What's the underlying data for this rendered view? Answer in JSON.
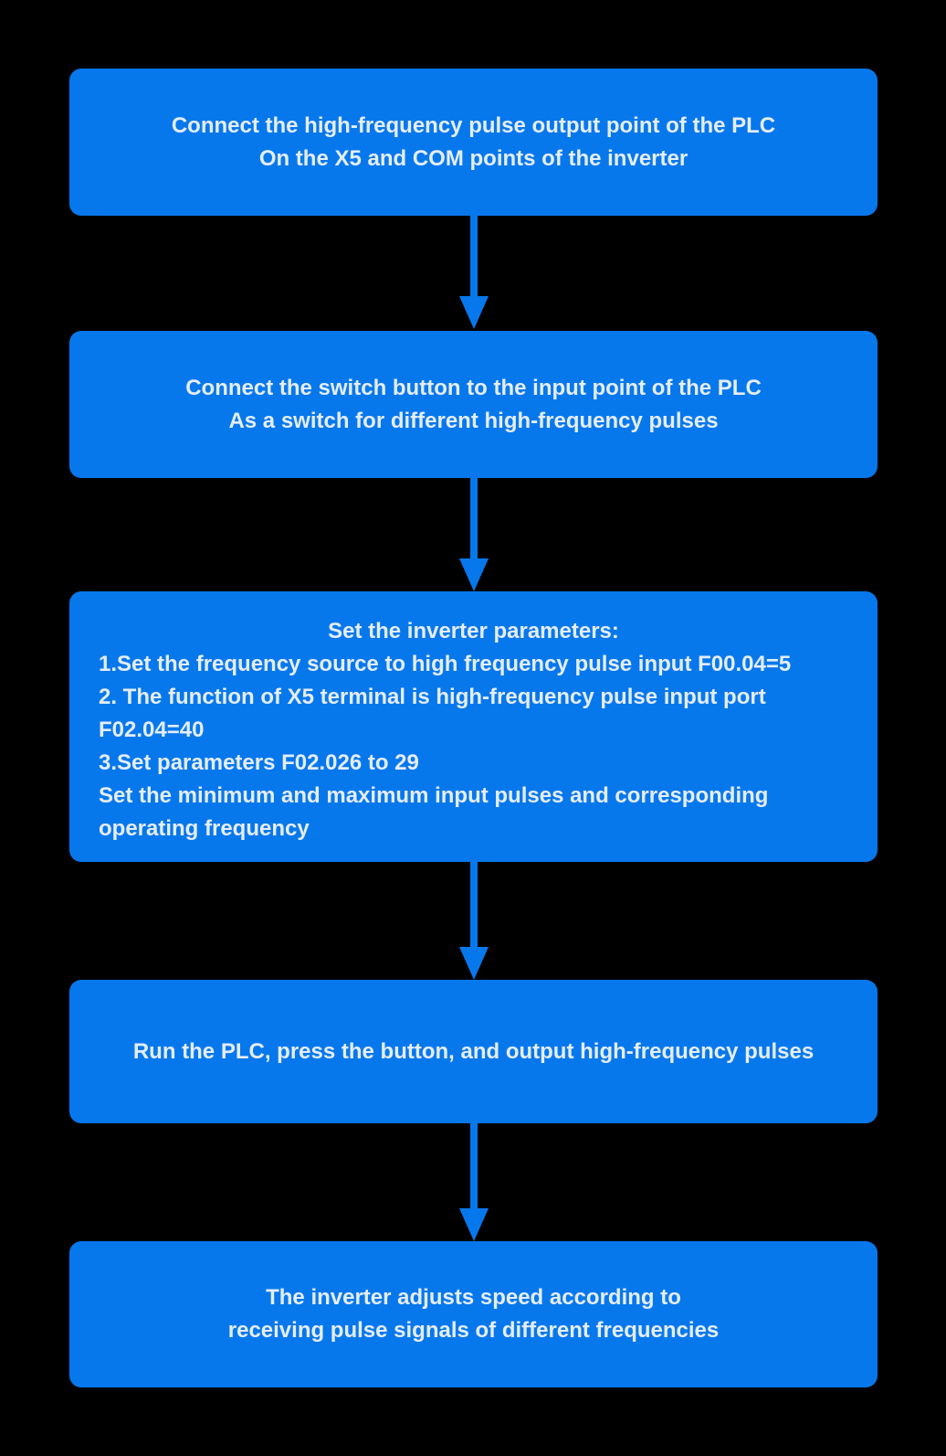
{
  "theme": {
    "background_color": "#000000",
    "box_color": "#0778EC",
    "text_color": "#E5EDF8"
  },
  "flowchart": {
    "steps": [
      {
        "lines": [
          "Connect the high-frequency pulse output point of the PLC",
          "On the X5 and COM points of the inverter"
        ]
      },
      {
        "lines": [
          "Connect the switch button to the input point of the PLC",
          "As a switch for different high-frequency pulses"
        ]
      },
      {
        "title": "Set the inverter parameters:",
        "lines": [
          "1.Set the frequency source to high frequency pulse input F00.04=5",
          "2. The function of X5 terminal is high-frequency pulse input port",
          "F02.04=40",
          "3.Set parameters F02.026 to 29",
          "Set the minimum and maximum input pulses and corresponding",
          "operating frequency"
        ]
      },
      {
        "lines": [
          "Run the PLC, press the button, and output high-frequency pulses"
        ]
      },
      {
        "lines": [
          "The inverter adjusts speed according to",
          "receiving pulse signals of different frequencies"
        ]
      }
    ]
  }
}
